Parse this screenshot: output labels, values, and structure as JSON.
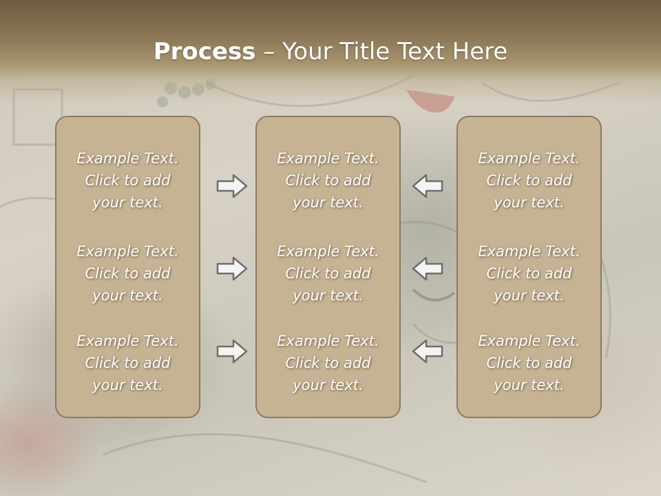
{
  "slide": {
    "title_bold": "Process",
    "title_rest": " – Your Title Text Here"
  },
  "columns": [
    {
      "items": [
        {
          "line1": "Example Text.",
          "line2": "Click  to add",
          "line3": "your text."
        },
        {
          "line1": "Example Text.",
          "line2": "Click  to add",
          "line3": "your text."
        },
        {
          "line1": "Example Text.",
          "line2": "Click  to add",
          "line3": "your text."
        }
      ]
    },
    {
      "items": [
        {
          "line1": "Example Text.",
          "line2": "Click  to add",
          "line3": "your text."
        },
        {
          "line1": "Example Text.",
          "line2": "Click  to add",
          "line3": "your text."
        },
        {
          "line1": "Example Text.",
          "line2": "Click  to add",
          "line3": "your text."
        }
      ]
    },
    {
      "items": [
        {
          "line1": "Example Text.",
          "line2": "Click  to add",
          "line3": "your text."
        },
        {
          "line1": "Example Text.",
          "line2": "Click  to add",
          "line3": "your text."
        },
        {
          "line1": "Example Text.",
          "line2": "Click  to add",
          "line3": "your text."
        }
      ]
    }
  ],
  "arrows": {
    "left_group": [
      "right-arrow-icon",
      "right-arrow-icon",
      "right-arrow-icon"
    ],
    "right_group": [
      "left-arrow-icon",
      "left-arrow-icon",
      "left-arrow-icon"
    ]
  },
  "colors": {
    "header": "#8a7656",
    "box_fill": "#c6b394",
    "box_border": "#8a7a63",
    "text": "#ffffff"
  }
}
